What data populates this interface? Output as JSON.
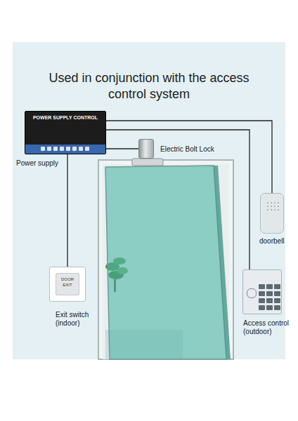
{
  "diagram": {
    "title": "Used in conjunction with the access control system",
    "nodes": [
      {
        "text": [
          "POWER SUPPLY CONTROL",
          "Power supply"
        ]
      },
      {
        "text": [
          "Electric Bolt Lock"
        ]
      },
      {
        "text": [
          "doorbell"
        ]
      },
      {
        "text": [
          "DOOR EXIT",
          "Exit switch (indoor)"
        ]
      },
      {
        "text": [
          "Access control (outdoor)"
        ]
      }
    ],
    "edges": [
      {
        "from": 0,
        "to": 1,
        "arrow": "none"
      },
      {
        "from": 0,
        "to": 2,
        "arrow": "none"
      },
      {
        "from": 0,
        "to": 3,
        "arrow": "none"
      },
      {
        "from": 0,
        "to": 4,
        "arrow": "none"
      }
    ]
  }
}
